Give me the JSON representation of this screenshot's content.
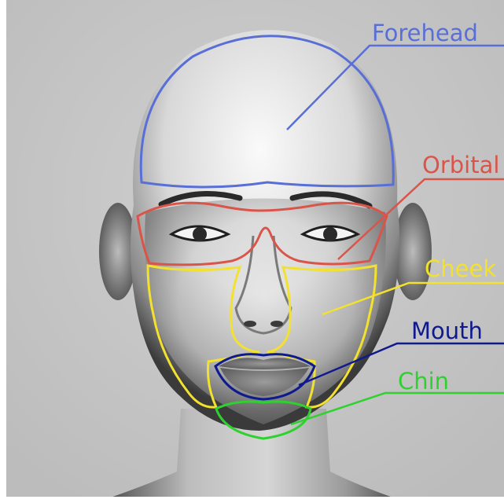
{
  "regions": [
    {
      "id": "forehead",
      "label": "Forehead",
      "color": "#5a6fd6"
    },
    {
      "id": "orbital",
      "label": "Orbital",
      "color": "#d9554a"
    },
    {
      "id": "cheek",
      "label": "Cheek",
      "color": "#f2e12e"
    },
    {
      "id": "mouth",
      "label": "Mouth",
      "color": "#0f1a8c"
    },
    {
      "id": "chin",
      "label": "Chin",
      "color": "#2fd12f"
    }
  ]
}
